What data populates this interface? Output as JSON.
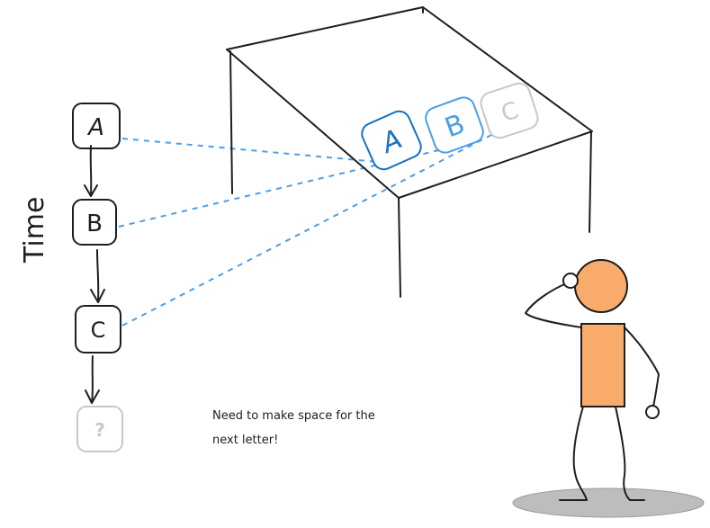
{
  "axis_label": "Time",
  "timeline": {
    "nodes": [
      {
        "label": "A"
      },
      {
        "label": "B"
      },
      {
        "label": "C"
      },
      {
        "label": "?"
      }
    ]
  },
  "table_cards": [
    {
      "label": "A"
    },
    {
      "label": "B"
    },
    {
      "label": "C"
    }
  ],
  "note": {
    "line1": "Need to make space for the",
    "line2": "next letter!"
  },
  "colors": {
    "ink": "#1e1e1e",
    "dash": "#4a9ee8",
    "card_a": "#1971c2",
    "card_b": "#4a9ee8",
    "card_c": "#c8c8c8",
    "placeholder": "#c8c8c8",
    "person_body": "#f9ab6c",
    "person_outline": "#1e1e1e",
    "shadow": "#bdbdbd"
  }
}
